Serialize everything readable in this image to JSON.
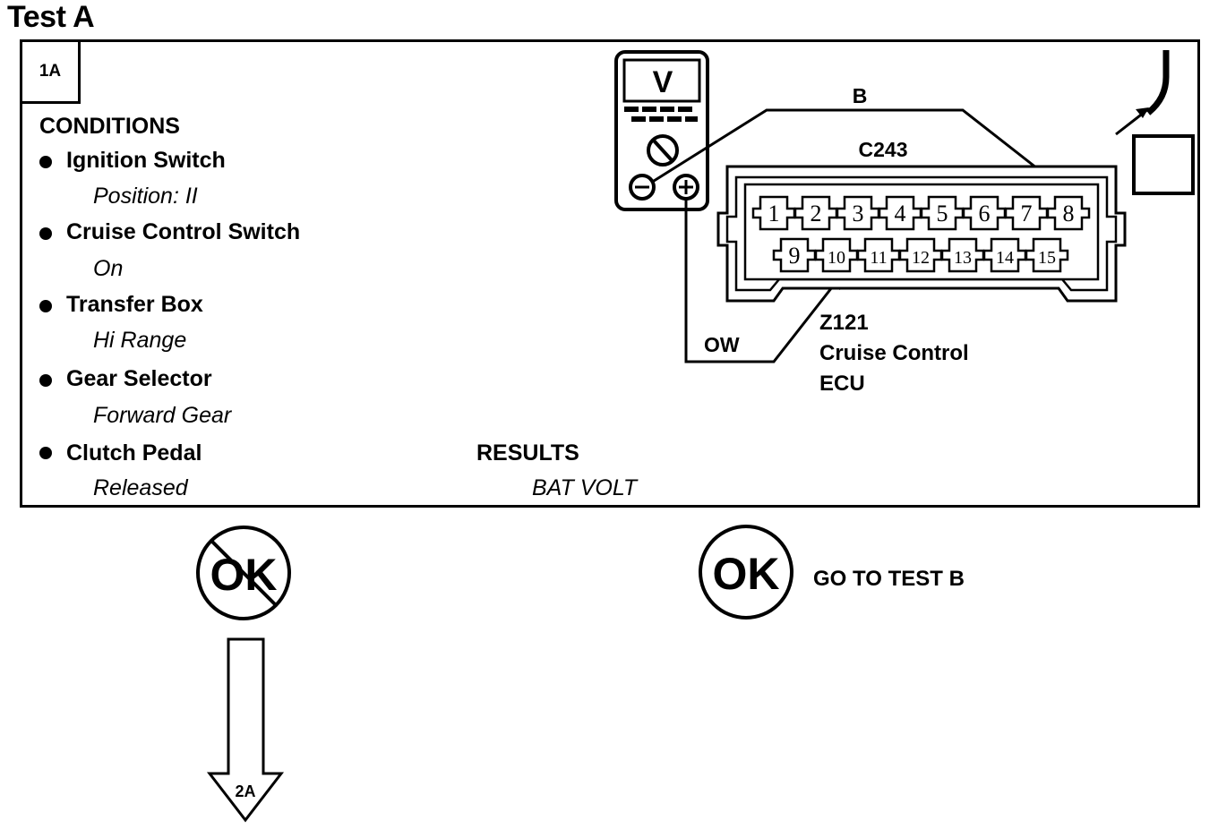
{
  "title": "Test A",
  "step": "1A",
  "conditions": {
    "heading": "CONDITIONS",
    "items": [
      {
        "label": "Ignition Switch",
        "value": "Position: II"
      },
      {
        "label": "Cruise Control Switch",
        "value": "On"
      },
      {
        "label": "Transfer Box",
        "value": "Hi Range"
      },
      {
        "label": "Gear Selector",
        "value": "Forward Gear"
      },
      {
        "label": "Clutch Pedal",
        "value": "Released"
      }
    ]
  },
  "results": {
    "heading": "RESULTS",
    "value": "BAT VOLT"
  },
  "meter": {
    "unit": "V"
  },
  "wires": {
    "positive": "B",
    "negative": "OW"
  },
  "connector": {
    "id": "C243",
    "top_pins": [
      "1",
      "2",
      "3",
      "4",
      "5",
      "6",
      "7",
      "8"
    ],
    "bottom_pins": [
      "9",
      "10",
      "11",
      "12",
      "13",
      "14",
      "15"
    ]
  },
  "component": {
    "code": "Z121",
    "name": "Cruise Control",
    "name2": "ECU"
  },
  "outcomes": {
    "not_ok_label": "OK",
    "not_ok_next": "2A",
    "ok_label": "OK",
    "ok_next": "GO TO TEST B"
  }
}
